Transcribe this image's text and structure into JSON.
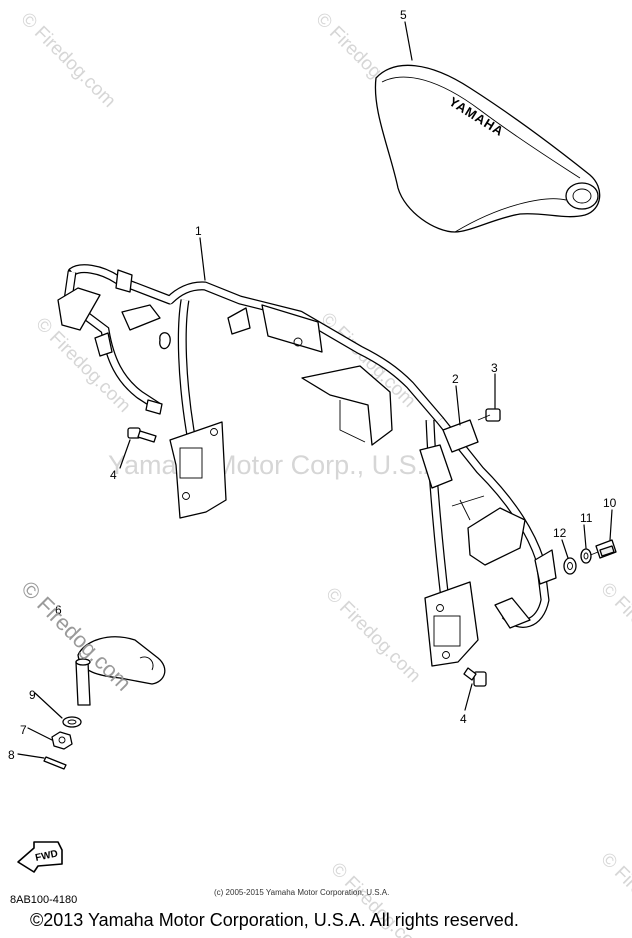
{
  "watermark": {
    "center_text": "Yamaha Motor Corp., U.S.A.",
    "site_text": "© Firedog.com",
    "repeat_text": "© Firedog.com"
  },
  "callouts": {
    "c1": "1",
    "c2": "2",
    "c3": "3",
    "c4a": "4",
    "c4b": "4",
    "c5": "5",
    "c6": "6",
    "c7": "7",
    "c8": "8",
    "c9": "9",
    "c10": "10",
    "c11": "11",
    "c12": "12"
  },
  "seal_brand": "YAMAHA",
  "fwd_label": "FWD",
  "diagram_code": "8AB100-4180",
  "inner_copyright": "(c) 2005-2015 Yamaha Motor Corporation, U.S.A.",
  "copyright": "©2013 Yamaha Motor Corporation, U.S.A. All rights reserved."
}
